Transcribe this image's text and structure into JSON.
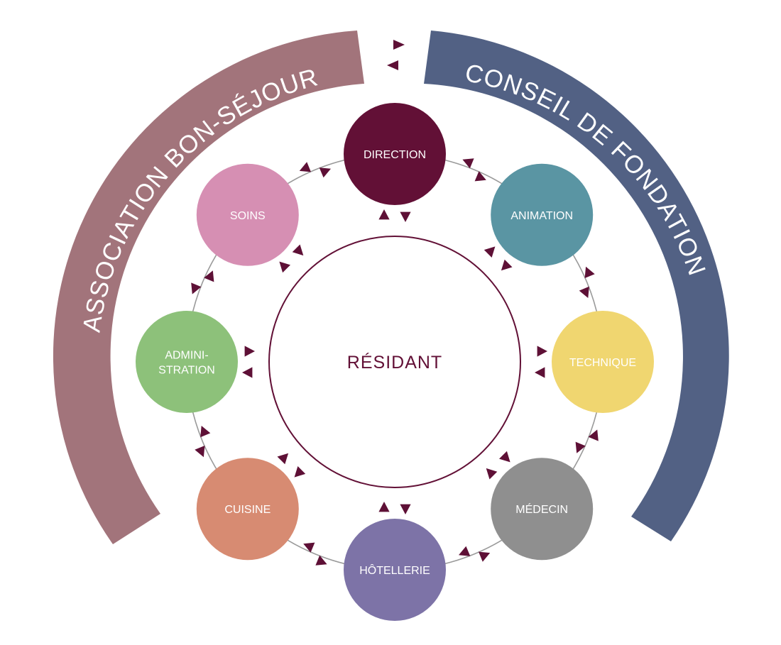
{
  "bands": {
    "left": {
      "label": "ASSOCIATION BON-SÉJOUR",
      "color": "#a2747b"
    },
    "right": {
      "label": "CONSEIL DE FONDATION",
      "color": "#526184"
    }
  },
  "center": {
    "label": "RÉSIDANT",
    "color": "#621036"
  },
  "arrow_color": "#5e1036",
  "connector_color": "#9a9a9a",
  "nodes": [
    {
      "id": "direction",
      "lines": [
        "DIRECTION"
      ],
      "color": "#621036"
    },
    {
      "id": "animation",
      "lines": [
        "ANIMATION"
      ],
      "color": "#5a95a3"
    },
    {
      "id": "technique",
      "lines": [
        "TECHNIQUE"
      ],
      "color": "#f0d670"
    },
    {
      "id": "medecin",
      "lines": [
        "MÉDECIN"
      ],
      "color": "#8f8f8f"
    },
    {
      "id": "hotellerie",
      "lines": [
        "HÔTELLERIE"
      ],
      "color": "#7d73a7"
    },
    {
      "id": "cuisine",
      "lines": [
        "CUISINE"
      ],
      "color": "#d78b72"
    },
    {
      "id": "administration",
      "lines": [
        "ADMINI-",
        "STRATION"
      ],
      "color": "#8dc17a"
    },
    {
      "id": "soins",
      "lines": [
        "SOINS"
      ],
      "color": "#d68fb3"
    }
  ]
}
